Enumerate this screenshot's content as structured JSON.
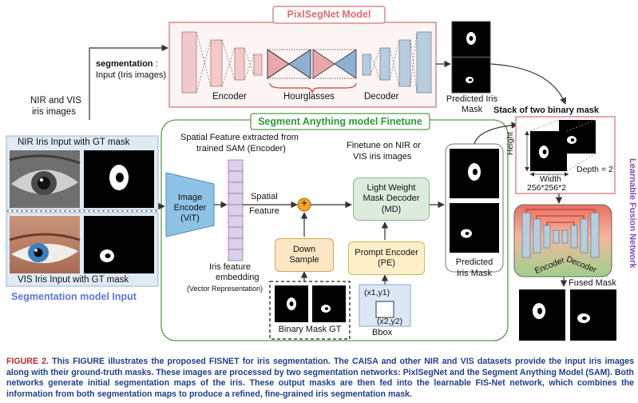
{
  "pixlsegnet": {
    "title": "PixlSegNet Model",
    "encoder_label": "Encoder",
    "hourglasses_label": "Hourglasses",
    "decoder_label": "Decoder",
    "predicted_label_line1": "Predicted Iris",
    "predicted_label_line2": "Mask"
  },
  "input_side": {
    "segmentation_bold": "segmentation",
    "segmentation_colon": " :",
    "segmentation_sub": "Input (Iris images)",
    "nir_vis_line1": "NIR and VIS",
    "nir_vis_line2": "iris images",
    "nir_caption": "NIR Iris Input with GT mask",
    "vis_caption": "VIS Iris Input with GT mask",
    "section_title": "Segmentation model Input"
  },
  "sam": {
    "title": "Segment Anything model Finetune",
    "spatial_extract_line1": "Spatial Feature extracted from",
    "spatial_extract_line2": "trained SAM (Encoder)",
    "image_encoder_line1": "Image",
    "image_encoder_line2": "Encoder",
    "image_encoder_line3": "(ViT)",
    "spatial_feature_line1": "Spatial",
    "spatial_feature_line2": "Feature",
    "iris_embedding_line1": "Iris feature",
    "iris_embedding_line2": "embedding",
    "vector_rep": "(Vector Representation)",
    "finetune_line1": "Finetune on NIR or",
    "finetune_line2": "VIS iris images",
    "mask_decoder_line1": "Light Weight",
    "mask_decoder_line2": "Mask Decoder",
    "mask_decoder_line3": "(MD)",
    "down_sample_line1": "Down",
    "down_sample_line2": "Sample",
    "prompt_encoder_line1": "Prompt Encoder",
    "prompt_encoder_line2": "(PE)",
    "binary_mask_gt": "Binary Mask GT",
    "bbox_tl": "(x1,y1)",
    "bbox_br": "(x2,y2)",
    "bbox_label": "Bbox",
    "predicted_line1": "Predicted",
    "predicted_line2": "Iris Mask",
    "plus_symbol": "+"
  },
  "fusion": {
    "stack_title": "Stack of two binary mask",
    "height_label": "Height",
    "width_label": "Width",
    "depth_label": "Depth = 2",
    "dims_label": "256*256*2",
    "encoder_label": "Encoder",
    "decoder_label": "Decoder",
    "network_label": "Learnable Fusion Network",
    "fused_label": "Fused Mask"
  },
  "caption": {
    "figure_label": "FIGURE 2.",
    "text": "This FIGURE illustrates the proposed FISNET for iris segmentation. The CAISA and other NIR and VIS datasets provide the input iris images along with their ground-truth masks. These images are processed by two segmentation networks: PixlSegNet and the Segment Anything Model (SAM). Both networks generate initial segmentation maps of the iris. These output masks are then fed into the learnable FIS-Net network, which combines the information from both segmentation maps to produce a refined, fine-grained iris segmentation mask."
  },
  "colors": {
    "pixlsegnet_border": "#d98a8a",
    "pixlsegnet_title": "#e0706f",
    "encoder_fill": "#f2c8c9",
    "decoder_fill": "#b9ccdd",
    "hourglass_pink": "#e9a6ad",
    "hourglass_blue": "#8fb0d0",
    "sam_border": "#5a9a4a",
    "sam_title": "#2f9a3a",
    "image_encoder_fill": "#8ec3e6",
    "embedding_fill": "#dcd0ea",
    "down_sample_fill": "#fde6c4",
    "prompt_fill": "#fdf0c8",
    "mask_decoder_fill": "#dcebdc",
    "bbox_fill": "#dae8f6",
    "plus_fill": "#f5a623",
    "section_title": "#5a79d6",
    "network_label": "#8a4bb2",
    "caption_text": "#1f3f8c",
    "caption_figure": "#c0282d",
    "stack_border": "#d98a8a",
    "fusion_fill_top": "#e86f60",
    "fusion_fill_bottom": "#9ed08c"
  },
  "icons": [
    "plus-circle-icon",
    "arrow-icon"
  ]
}
